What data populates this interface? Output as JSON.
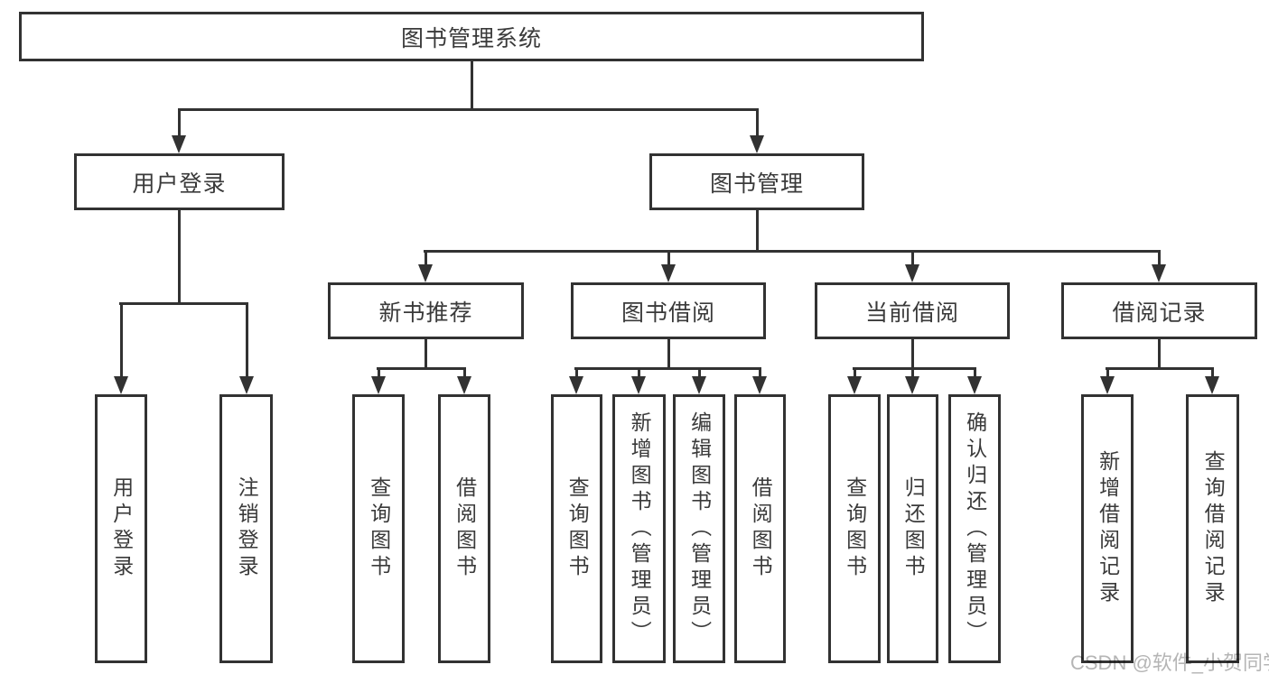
{
  "diagram": {
    "type": "hierarchy-tree",
    "root": "图书管理系统",
    "branches": [
      {
        "label": "用户登录",
        "children": [
          "用户登录",
          "注销登录"
        ]
      },
      {
        "label": "图书管理",
        "children": [
          {
            "label": "新书推荐",
            "children": [
              "查询图书",
              "借阅图书"
            ]
          },
          {
            "label": "图书借阅",
            "children": [
              "查询图书",
              "新增图书（管理员）",
              "编辑图书（管理员）",
              "借阅图书"
            ]
          },
          {
            "label": "当前借阅",
            "children": [
              "查询图书",
              "归还图书",
              "确认归还（管理员）"
            ]
          },
          {
            "label": "借阅记录",
            "children": [
              "新增借阅记录",
              "查询借阅记录"
            ]
          }
        ]
      }
    ]
  },
  "colors": {
    "line": "#323232",
    "text": "#3a3a3a",
    "background": "#ffffff",
    "watermark": "#b5b5b5"
  },
  "watermark": "CSDN @软件_小贺同学"
}
